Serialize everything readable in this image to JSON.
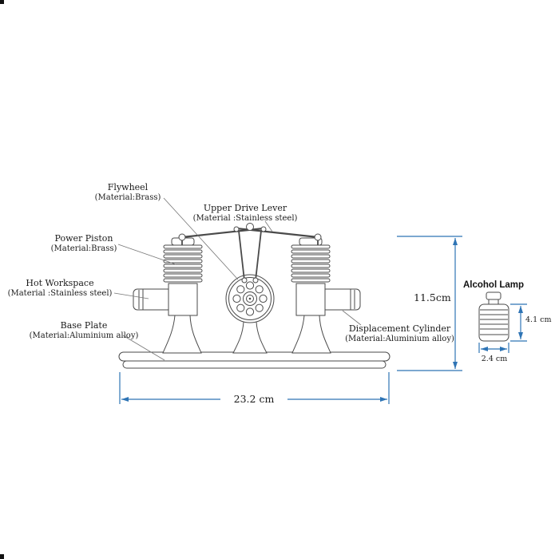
{
  "colors": {
    "dimension_line": "#2e74b5",
    "line_art": "#4a4a4a",
    "leader_line": "#777777",
    "label_text": "#1a1a1a"
  },
  "labels": {
    "flywheel": {
      "name": "Flywheel",
      "material": "(Material:Brass)"
    },
    "upper_drive_lever": {
      "name": "Upper Drive Lever",
      "material": "(Material :Stainless steel)"
    },
    "power_piston": {
      "name": "Power Piston",
      "material": "(Material:Brass)"
    },
    "hot_workspace": {
      "name": "Hot Workspace",
      "material": "(Material :Stainless steel)"
    },
    "base_plate": {
      "name": "Base Plate",
      "material": "(Material:Aluminium alloy)"
    },
    "displacement_cylinder": {
      "name": "Displacement Cylinder",
      "material": "(Material:Aluminium alloy)"
    }
  },
  "dimensions": {
    "engine_height": "11.5cm",
    "engine_width": "23.2 cm",
    "lamp_height": "4.1 cm",
    "lamp_width": "2.4 cm"
  },
  "alcohol_lamp": {
    "title": "Alcohol Lamp"
  }
}
